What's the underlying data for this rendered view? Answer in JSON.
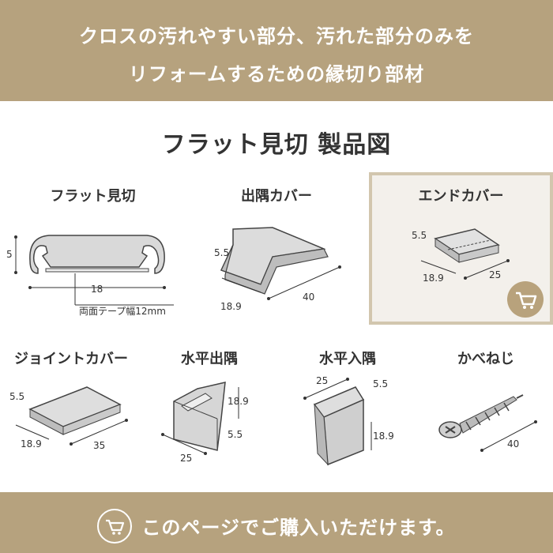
{
  "header": {
    "line1": "クロスの汚れやすい部分、汚れた部分のみを",
    "line2": "リフォームするための縁切り部材"
  },
  "section_title": "フラット見切 製品図",
  "products": [
    {
      "label": "フラット見切",
      "dims": [
        "5",
        "18",
        "両面テープ幅12mm"
      ]
    },
    {
      "label": "出隅カバー",
      "dims": [
        "5.5",
        "18.9",
        "40"
      ]
    },
    {
      "label": "エンドカバー",
      "dims": [
        "5.5",
        "18.9",
        "25"
      ]
    },
    {
      "label": "ジョイントカバー",
      "dims": [
        "5.5",
        "18.9",
        "35"
      ]
    },
    {
      "label": "水平出隅",
      "dims": [
        "18.9",
        "5.5",
        "25"
      ]
    },
    {
      "label": "水平入隅",
      "dims": [
        "25",
        "5.5",
        "18.9"
      ]
    },
    {
      "label": "かべねじ",
      "dims": [
        "40"
      ]
    }
  ],
  "footer": {
    "cta": "このページでご購入いただけます。"
  },
  "icons": {
    "cart": "cart-icon"
  },
  "colors": {
    "banner": "#b6a27e",
    "highlight_border": "#d2c6ae",
    "highlight_bg": "#f3f0eb",
    "badge": "#b8a27c"
  }
}
